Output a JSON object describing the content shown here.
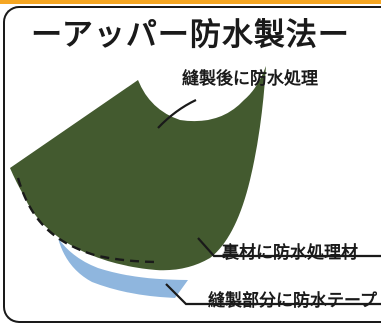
{
  "title": "ーアッパー防水製法ー",
  "labels": {
    "after_sewing": "縫製後に防水処理",
    "lining": "裏材に防水処理材",
    "tape": "縫製部分に防水テープ"
  },
  "colors": {
    "accent_bar": "#f5a623",
    "upper_material": "#435a2f",
    "lining_material": "#8fb6de",
    "outline": "#1a1a1a"
  }
}
